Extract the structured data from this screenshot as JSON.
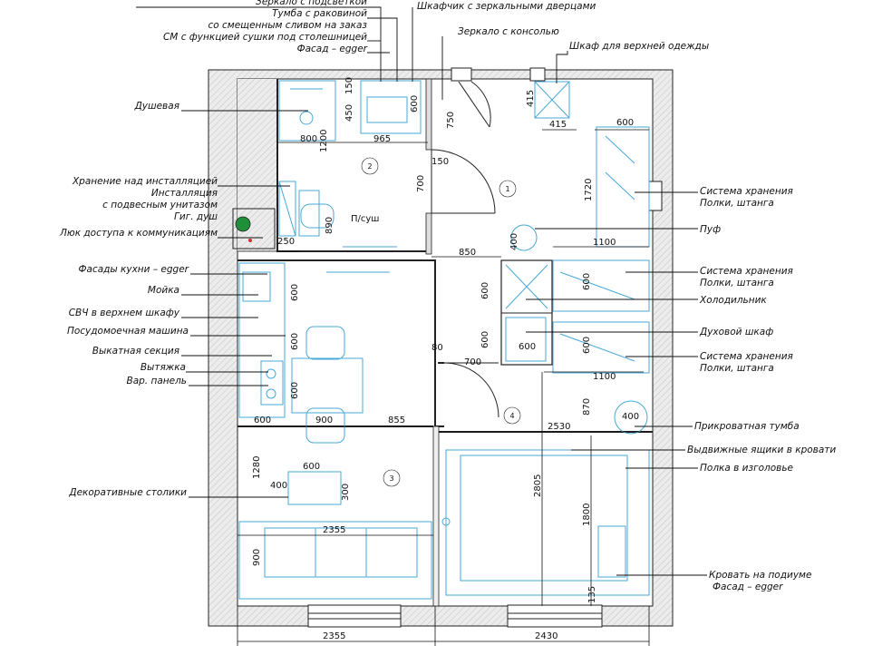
{
  "top_labels": {
    "mirror_lit": "Зеркало с подсветкой",
    "vanity": "Тумба с раковиной",
    "vanity_drain": "со смещенным сливом на заказ",
    "washer": "СМ с функцией сушки под столешницей",
    "facade_top": "Фасад – egger",
    "mirror_cabinet": "Шкафчик с зеркальными дверцами",
    "mirror_console": "Зеркало с консолью",
    "wardrobe_outer": "Шкаф для верхней одежды"
  },
  "left_labels": {
    "shower": "Душевая",
    "storage_install": "Хранение над инсталляцией",
    "installation": "Инсталляция",
    "wall_wc": "с подвесным унитазом",
    "hyg_shower": "Гиг. душ",
    "hatch": "Люк доступа к коммуникациям",
    "kitchen_facades": "Фасады кухни – egger",
    "sink": "Мойка",
    "microwave": "СВЧ в верхнем шкафу",
    "dishwasher": "Посудомоечная машина",
    "pullout": "Выкатная секция",
    "hood": "Вытяжка",
    "hob": "Вар. панель",
    "deco_tables": "Декоративные столики"
  },
  "right_labels": {
    "storage1_a": "Система хранения",
    "storage1_b": "Полки, штанга",
    "pouf": "Пуф",
    "storage2_a": "Система хранения",
    "storage2_b": "Полки, штанга",
    "fridge": "Холодильник",
    "oven": "Духовой шкаф",
    "storage3_a": "Система хранения",
    "storage3_b": "Полки, штанга",
    "bedside": "Прикроватная тумба",
    "drawers": "Выдвижные ящики в кровати",
    "headboard": "Полка в изголовье",
    "bed_podium": "Кровать на подиуме",
    "facade_bed": "Фасад – egger"
  },
  "room_numbers": {
    "r1": "1",
    "r2": "2",
    "r3": "3",
    "r4": "4"
  },
  "plan_text": {
    "ps": "П/суш"
  },
  "dimensions": {
    "d150a": "150",
    "d450": "450",
    "d600a": "600",
    "d750": "750",
    "d415a": "415",
    "d415b": "415",
    "d600b": "600",
    "d800": "800",
    "d1200": "1200",
    "d965": "965",
    "d150b": "150",
    "d700a": "700",
    "d890": "890",
    "d1720": "1720",
    "d250": "250",
    "d400a": "400",
    "d850": "850",
    "d1100a": "1100",
    "d600c": "600",
    "d600d": "600",
    "d600e": "600",
    "d600f": "600",
    "d600g": "600",
    "d600h": "600",
    "d600i": "600",
    "d80": "80",
    "d700b": "700",
    "d1100b": "1100",
    "d870": "870",
    "d400b": "400",
    "d600j": "600",
    "d600k": "600",
    "d900a": "900",
    "d855": "855",
    "d2530": "2530",
    "d1280": "1280",
    "d600l": "600",
    "d400c": "400",
    "d300": "300",
    "d2805": "2805",
    "d1800": "1800",
    "d2355a": "2355",
    "d900b": "900",
    "d135": "135",
    "d2355b": "2355",
    "d2430": "2430"
  }
}
